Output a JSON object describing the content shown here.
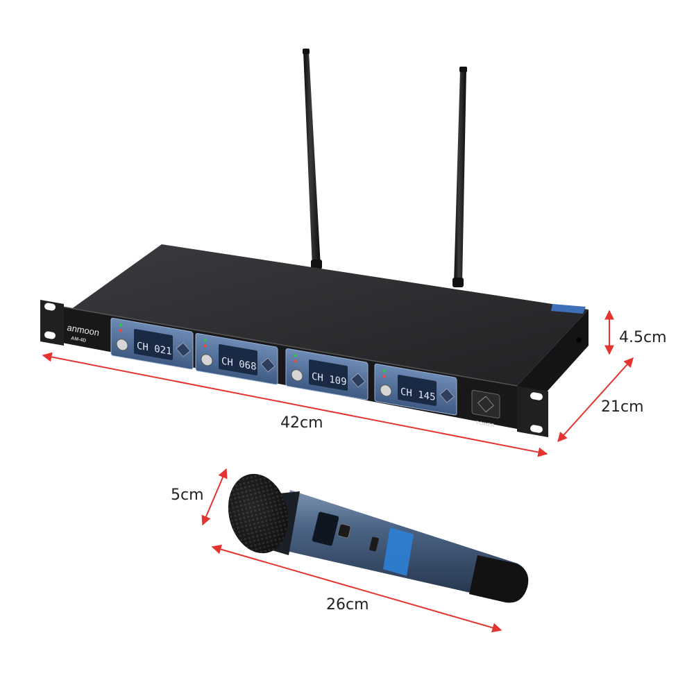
{
  "receiver": {
    "brand": "anmoon",
    "model": "AM-4D",
    "power_label": "POWER",
    "channels": [
      {
        "display": "CH 021"
      },
      {
        "display": "CH 068"
      },
      {
        "display": "CH 109"
      },
      {
        "display": "CH 145"
      }
    ]
  },
  "dimensions": {
    "width": "42cm",
    "height": "4.5cm",
    "depth": "21cm",
    "mic_diameter": "5cm",
    "mic_length": "26cm"
  },
  "colors": {
    "arrow": "#e3342f",
    "chassis": "#1c1c1e",
    "panel_blue": "#4f6f9a",
    "mic_body": "#3b5578"
  }
}
